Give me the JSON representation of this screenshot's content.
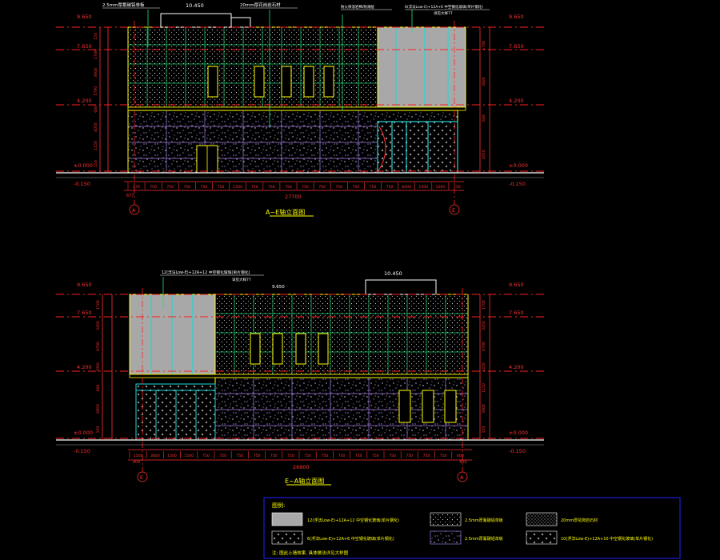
{
  "colors": {
    "background": "#000000",
    "level_line": "#ff2020",
    "dimension": "#ff3030",
    "frame": "#ffff00",
    "stone": "#9a7bd6",
    "grid_green": "#22e07a",
    "glass": "#a8a8a8",
    "mullion": "#22d6d6",
    "text_yellow": "#ffff00",
    "text_white": "#ffffff",
    "legend_border": "#2020ff"
  },
  "elevation_top": {
    "title": "A~E轴立面图",
    "axis_left": "A",
    "axis_right": "E",
    "total_dimension": "27700",
    "levels_left": [
      "9.650",
      "7.650",
      "4.200",
      "±0.000",
      "-0.150"
    ],
    "levels_right": [
      "9.650",
      "7.650",
      "4.200",
      "±0.000",
      "-0.150"
    ],
    "roof_level": "10.450",
    "callouts": [
      "2.5mm厚氟碳铝单板",
      "20mm厚花岗岩石材",
      "防火保温岩棉/防潮层",
      "6(浮法Low-E)+12A+6 中空钢化玻璃(单片钢化)",
      "详见大样77"
    ],
    "vertical_dims_left": [
      "150",
      "1700",
      "3600",
      "5700",
      "600",
      "4050",
      "1150",
      "150"
    ],
    "vertical_dims_right": [
      "1700",
      "3600",
      "600",
      "4050"
    ],
    "bottom_dims": [
      "670",
      "750",
      "750",
      "750",
      "750",
      "750",
      "1500",
      "750",
      "750",
      "750",
      "750",
      "750",
      "750",
      "750",
      "750",
      "750",
      "6000",
      "1500",
      "1500",
      "750"
    ],
    "extra_dim": "677"
  },
  "elevation_bottom": {
    "title": "E~A轴立面图",
    "axis_left": "E",
    "axis_right": "A",
    "total_dimension": "26800",
    "levels_left": [
      "9.650",
      "7.650",
      "4.200",
      "±0.000",
      "-0.150"
    ],
    "levels_right": [
      "9.650",
      "7.650",
      "4.200",
      "±0.000",
      "-0.150"
    ],
    "roof_level": "10.450",
    "mid_level": "9.650",
    "callouts": [
      "12(浮法Low-E)+12A+12 中空钢化玻璃(单片钢化)",
      "详见大样77"
    ],
    "vertical_dims_left": [
      "1700",
      "3450",
      "9700",
      "4050",
      "600",
      "2850",
      "150"
    ],
    "vertical_dims_right": [
      "1700",
      "3450",
      "9700",
      "1450",
      "1150",
      "3900",
      "150"
    ],
    "bottom_dims": [
      "1500",
      "3000",
      "1500",
      "1500",
      "750",
      "750",
      "750",
      "750",
      "750",
      "750",
      "750",
      "750",
      "750",
      "750",
      "750",
      "750",
      "750",
      "750",
      "750",
      "600"
    ],
    "extra_dim_left": "400",
    "extra_dim_right": "400"
  },
  "legend": {
    "heading": "图例:",
    "items": [
      "12(浮法Low-E)+12A+12 中空钢化玻璃(单片钢化)",
      "2.5mm厚氟碳铝单板",
      "20mm厚花岗岩石材",
      "6(浮法Low-E)+12A+6 中空钢化玻璃(单片钢化)",
      "2.5mm厚氟碳铝单板",
      "10(浮法Low-E)+12A+10 中空钢化玻璃(单片钢化)"
    ],
    "note": "注: 图此上墙效果, 具体做法详见大样图"
  }
}
